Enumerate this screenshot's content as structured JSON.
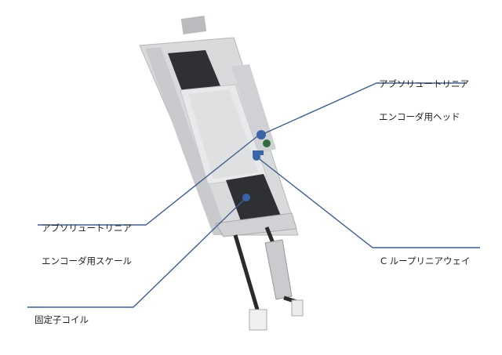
{
  "diagram": {
    "subject": "linear motor actuator assembly",
    "line_color": "#3f5f8f",
    "dot_color": "#3b64a6",
    "callouts": [
      {
        "id": "encoder-head",
        "line1": "アブソリュートリニア",
        "line2": "エンコーダ用ヘッド"
      },
      {
        "id": "encoder-scale",
        "line1": "アブソリュートリニア",
        "line2": "エンコーダ用スケール"
      },
      {
        "id": "c-loop-linear-way",
        "line1": "C ループリニアウェイ",
        "line2": ""
      },
      {
        "id": "stator-coil",
        "line1": "固定子コイル",
        "line2": ""
      }
    ]
  }
}
